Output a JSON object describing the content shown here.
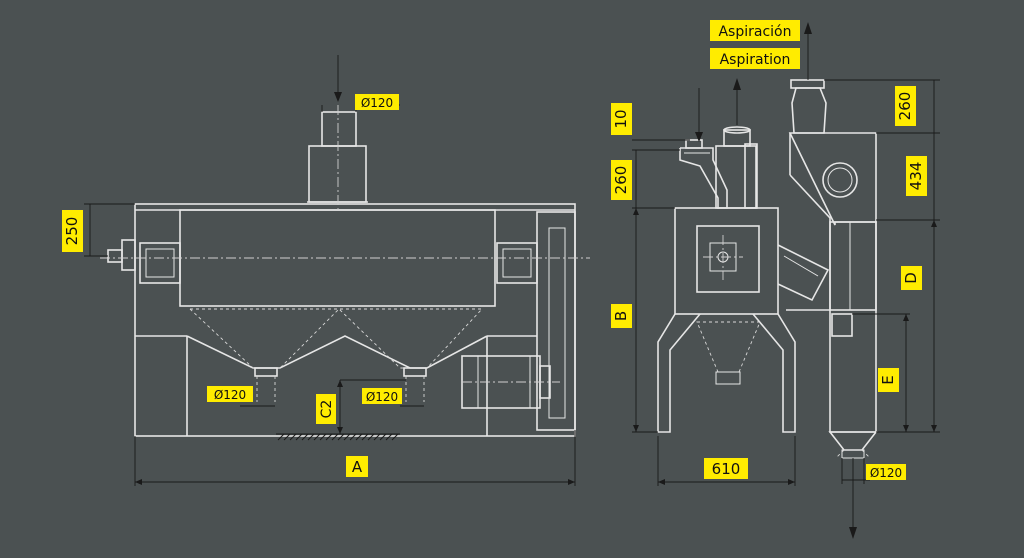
{
  "labels": {
    "aspiracion": "Aspiración",
    "aspiration": "Aspiration",
    "dia_top_front": "Ø120",
    "dia_bottom_left": "Ø120",
    "dia_bottom_mid": "Ø120",
    "dia_side_bottom": "Ø120",
    "h_250": "250",
    "h_10": "10",
    "h_260_side": "260",
    "h_260_top": "260",
    "h_434": "434",
    "dim_a": "A",
    "dim_b": "B",
    "dim_c2": "C2",
    "dim_d": "D",
    "dim_e": "E",
    "w_610": "610"
  },
  "colors": {
    "background": "#4b5152",
    "label_fill": "#ffec00",
    "outline": "#e6e6e6",
    "dimension": "#1a1a1a"
  }
}
